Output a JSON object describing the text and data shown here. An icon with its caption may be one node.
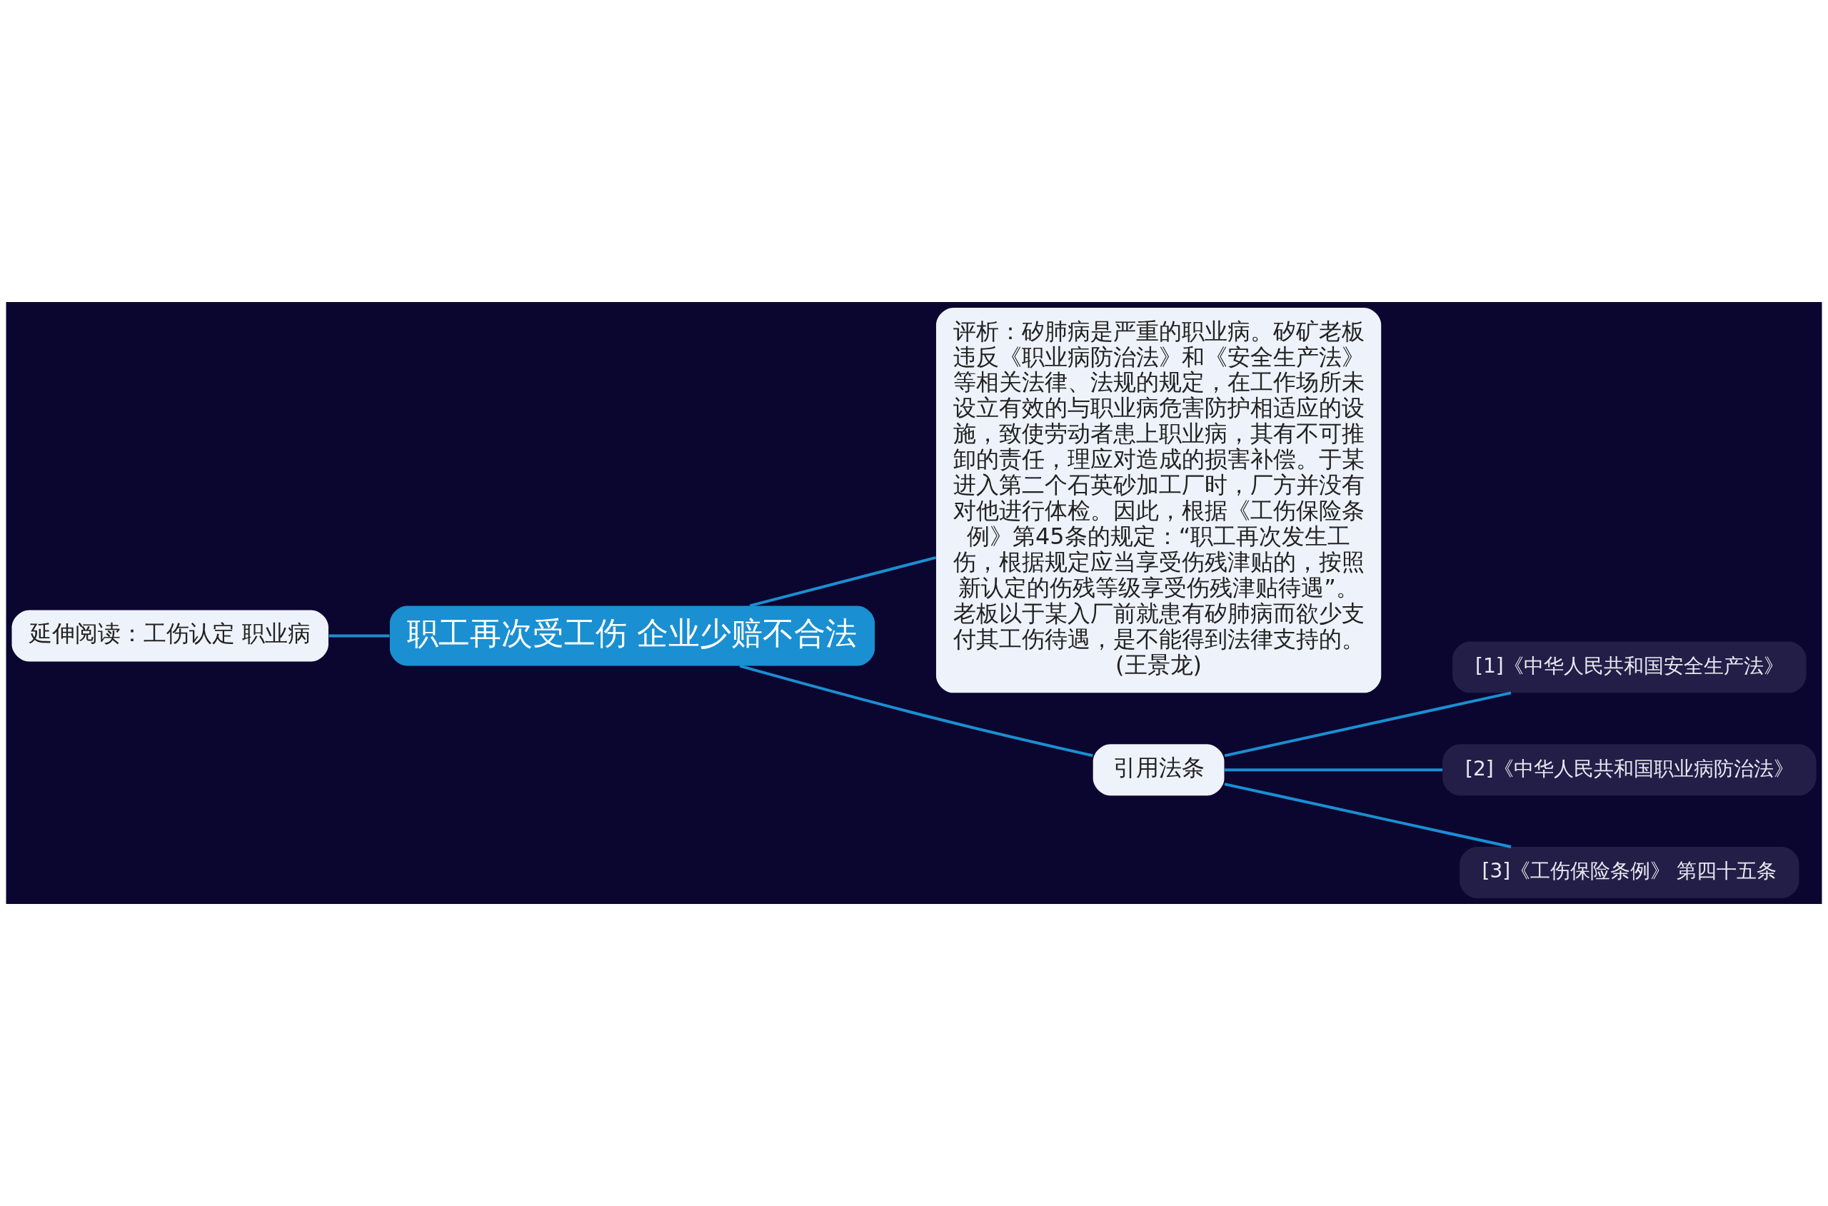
{
  "diagram": {
    "nodes": [
      {
        "text": [
          "延伸阅读：工伤认定 职业病"
        ]
      },
      {
        "text": [
          "职工再次受工伤 企业少赔不合法"
        ]
      },
      {
        "text": [
          "评析：矽肺病是严重的职业病。矽矿老板违反《职业病防治法》和《安全生产法》等相关法律、法规的规定，在工作场所未设立有效的与职业病危害防护相适应的设施，致使劳动者患上职业病，其有不可推卸的责任，理应对造成的损害补偿。于某进入第二个石英砂加工厂时，厂方并没有对他进行体检。因此，根据《工伤保险条例》第45条的规定：“职工再次发生工伤，根据规定应当享受伤残津贴的，按照新认定的伤残等级享受伤残津贴待遇”。老板以于某入厂前就患有矽肺病而欲少支付其工伤待遇，是不能得到法律支持的。(王景龙)"
        ]
      },
      {
        "text": [
          "引用法条"
        ]
      },
      {
        "text": [
          "[1]《中华人民共和国安全生产法》"
        ]
      },
      {
        "text": [
          "[2]《中华人民共和国职业病防治法》"
        ]
      },
      {
        "text": [
          "[3]《工伤保险条例》 第四十五条"
        ]
      }
    ],
    "edges": [
      {
        "from": 0,
        "to": 1,
        "arrow": "none"
      },
      {
        "from": 1,
        "to": 2,
        "arrow": "none"
      },
      {
        "from": 1,
        "to": 3,
        "arrow": "none"
      },
      {
        "from": 3,
        "to": 4,
        "arrow": "none"
      },
      {
        "from": 3,
        "to": 5,
        "arrow": "none"
      },
      {
        "from": 3,
        "to": 6,
        "arrow": "none"
      }
    ]
  }
}
